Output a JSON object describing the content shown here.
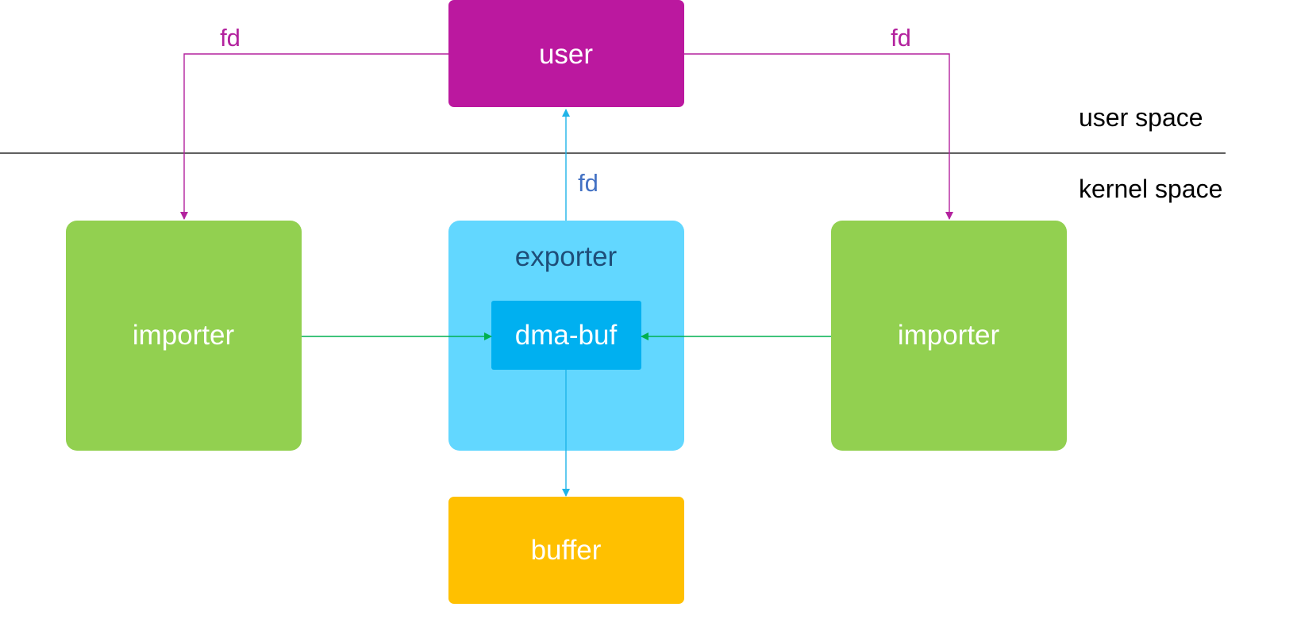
{
  "regions": {
    "user_space": "user space",
    "kernel_space": "kernel space"
  },
  "nodes": {
    "user": "user",
    "exporter": "exporter",
    "dma_buf": "dma-buf",
    "importer_left": "importer",
    "importer_right": "importer",
    "buffer": "buffer"
  },
  "edges": {
    "user_to_left_importer": "fd",
    "user_to_right_importer": "fd",
    "dma_buf_to_user": "fd"
  },
  "colors": {
    "user": "#bb189f",
    "importer": "#92d050",
    "exporter": "#62d7ff",
    "dma_buf": "#00b0f0",
    "buffer": "#ffc000",
    "fd_user_arrow": "#b3229e",
    "fd_exporter_label": "#4472c4",
    "exporter_label": "#1f4e79",
    "import_arrow": "#00b050",
    "exporter_arrow": "#1fb4e8",
    "separator": "#000000"
  }
}
